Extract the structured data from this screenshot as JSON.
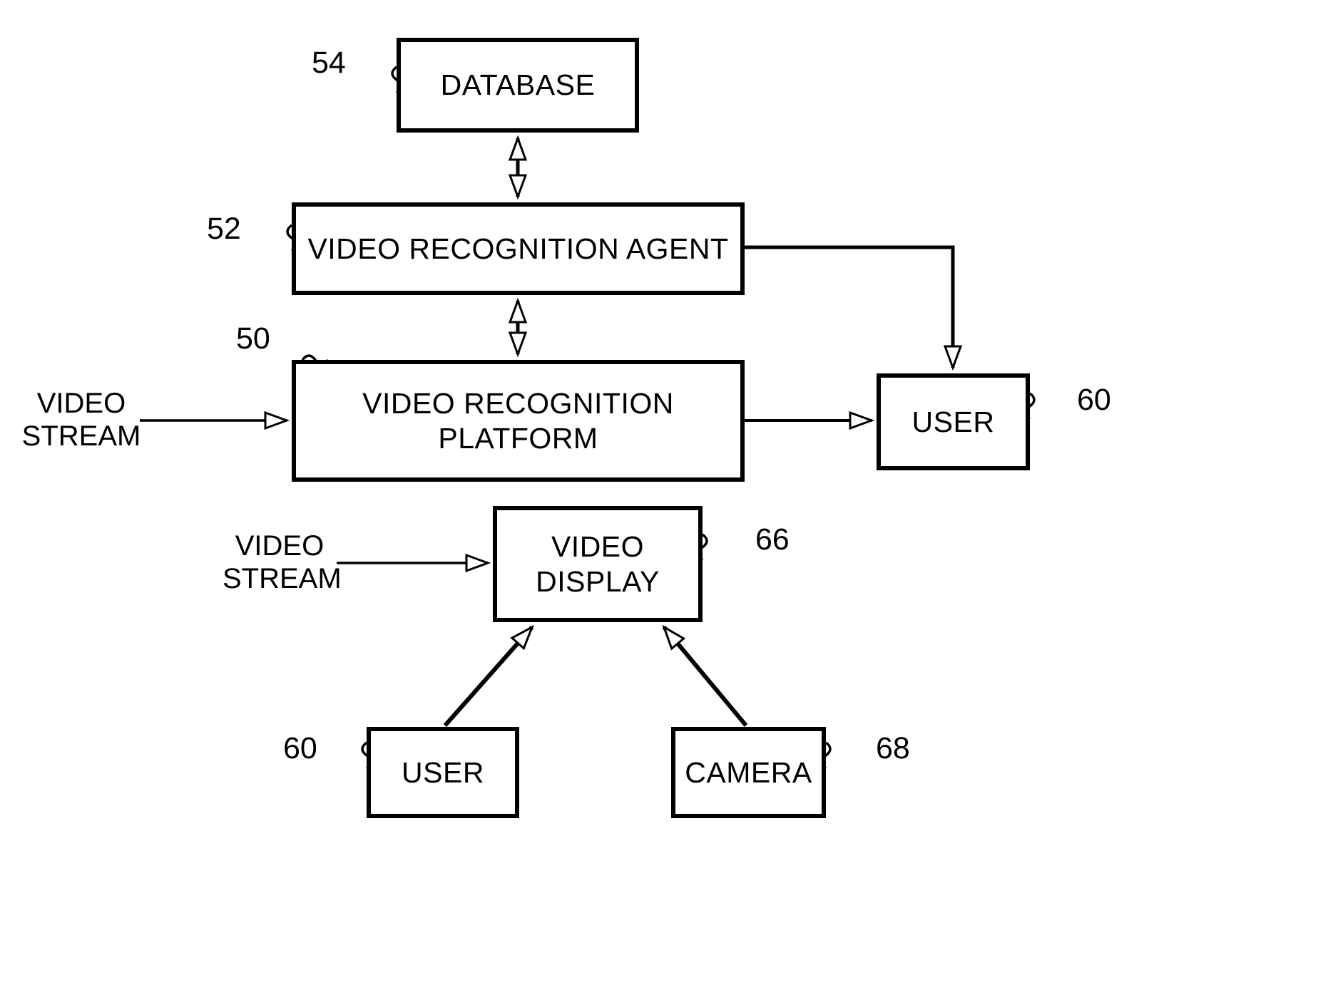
{
  "diagram": {
    "boxes": {
      "database": {
        "label": "DATABASE",
        "ref": "54"
      },
      "agent": {
        "label": "VIDEO RECOGNITION AGENT",
        "ref": "52"
      },
      "platform": {
        "line1": "VIDEO RECOGNITION",
        "line2": "PLATFORM",
        "ref": "50"
      },
      "user_right": {
        "label": "USER",
        "ref": "60"
      },
      "display": {
        "line1": "VIDEO",
        "line2": "DISPLAY",
        "ref": "66"
      },
      "user_bottom": {
        "label": "USER",
        "ref": "60"
      },
      "camera": {
        "label": "CAMERA",
        "ref": "68"
      }
    },
    "stream_labels": {
      "left": {
        "line1": "VIDEO",
        "line2": "STREAM"
      },
      "lower": {
        "line1": "VIDEO",
        "line2": "STREAM"
      }
    },
    "colors": {
      "line": "#000000",
      "background": "#ffffff",
      "box_fill": "#ffffff"
    }
  }
}
